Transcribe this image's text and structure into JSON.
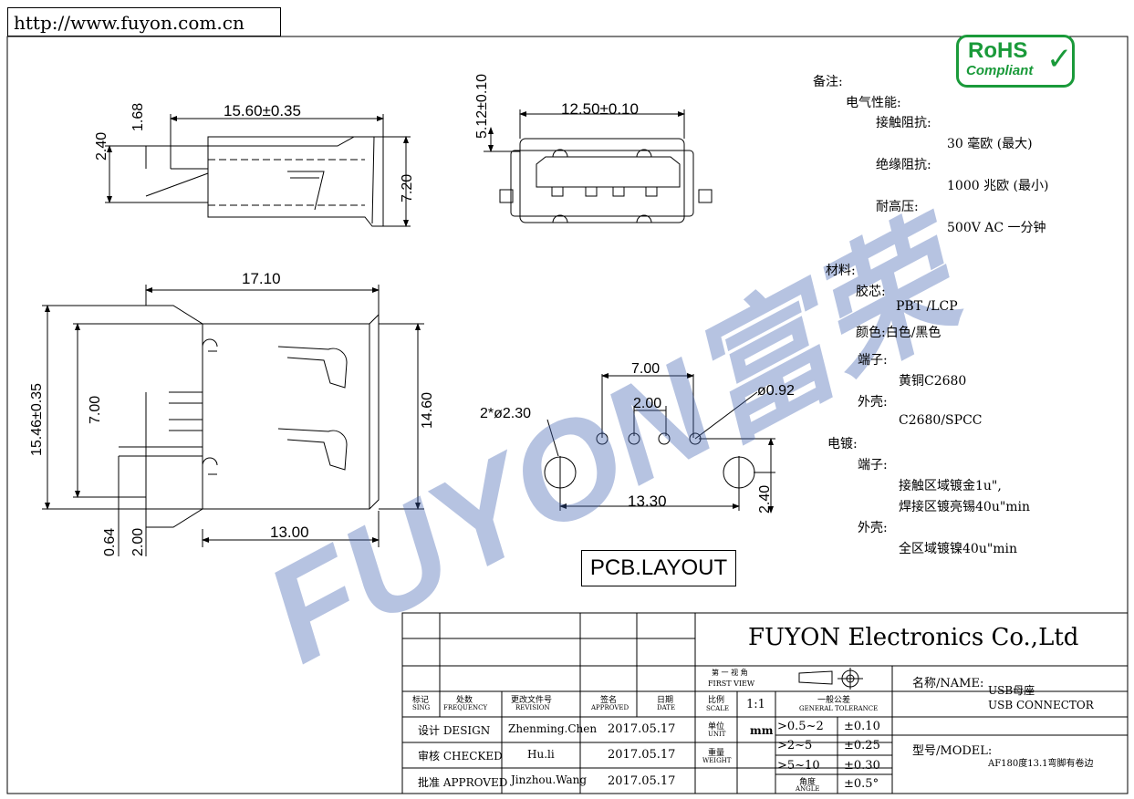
{
  "url": "http://www.fuyon.com.cn",
  "rohs": {
    "line1": "RoHS",
    "line2": "Compliant"
  },
  "watermark": "FUYON富荣",
  "dims": {
    "d1560": "15.60±0.35",
    "d168": "1.68",
    "d240a": "2.40",
    "d720a": "7.20",
    "d512": "5.12±0.10",
    "d1250": "12.50±0.10",
    "d1710": "17.10",
    "d1546": "15.46±0.35",
    "d700a": "7.00",
    "d1460": "14.60",
    "d064": "0.64",
    "d200a": "2.00",
    "d1300": "13.00",
    "d700b": "7.00",
    "d200b": "2.00",
    "d092": "ø0.92",
    "d230": "2*ø2.30",
    "d1330": "13.30",
    "d240b": "2.40"
  },
  "pcb_label": "PCB.LAYOUT",
  "notes": {
    "n0": "备注:",
    "n1": "电气性能:",
    "n2": "接触阻抗:",
    "n3": "30 毫欧 (最大)",
    "n4": "绝缘阻抗:",
    "n5": "1000 兆欧 (最小)",
    "n6": "耐高压:",
    "n7": "500V AC 一分钟",
    "n8": "材料:",
    "n9": "胶芯:",
    "n10": "PBT /LCP",
    "n11": "颜色:白色/黑色",
    "n12": "端子:",
    "n13": "黄铜C2680",
    "n14": "外壳:",
    "n15": "C2680/SPCC",
    "n16": "电镀:",
    "n17": "端子:",
    "n18": "接触区域镀金1u\",",
    "n19": "焊接区镀亮锡40u\"min",
    "n20": "外壳:",
    "n21": "全区域镀镍40u\"min"
  },
  "title_block": {
    "company": "FUYON Electronics Co.,Ltd",
    "h_mark": "标记",
    "h_mark_en": "SING",
    "h_freq": "处数",
    "h_freq_en": "FREQUENCY",
    "h_rev": "更改文件号",
    "h_rev_en": "REVISION",
    "h_sign": "签名",
    "h_sign_en": "APPROVED",
    "h_date": "日期",
    "h_date_en": "DATE",
    "r1_label": "设计 DESIGN",
    "r1_name": "Zhenming.Chen",
    "r1_date": "2017.05.17",
    "r2_label": "审核 CHECKED",
    "r2_name": "Hu.li",
    "r2_date": "2017.05.17",
    "r3_label": "批准 APPROVED",
    "r3_name": "Jinzhou.Wang",
    "r3_date": "2017.05.17",
    "first_view": "第 一 视 角",
    "first_view_en": "FIRST VIEW",
    "scale": "比例",
    "scale_en": "SCALE",
    "scale_val": "1:1",
    "tol": "一般公差",
    "tol_en": "GENERAL TOLERANCE",
    "unit": "单位",
    "unit_en": "UNIT",
    "unit_val": "mm",
    "weight": "重量",
    "weight_en": "WEIGHT",
    "t1": ">0.5~2",
    "t1v": "±0.10",
    "t2": ">2~5",
    "t2v": "±0.25",
    "t3": ">5~10",
    "t3v": "±0.30",
    "angle": "角度",
    "angle_en": "ANGLE",
    "anglev": "±0.5°",
    "name_label": "名称/NAME:",
    "name_cn": "USB母座",
    "name_en": "USB CONNECTOR",
    "model_label": "型号/MODEL:",
    "model_val": "AF180度13.1弯脚有卷边"
  }
}
